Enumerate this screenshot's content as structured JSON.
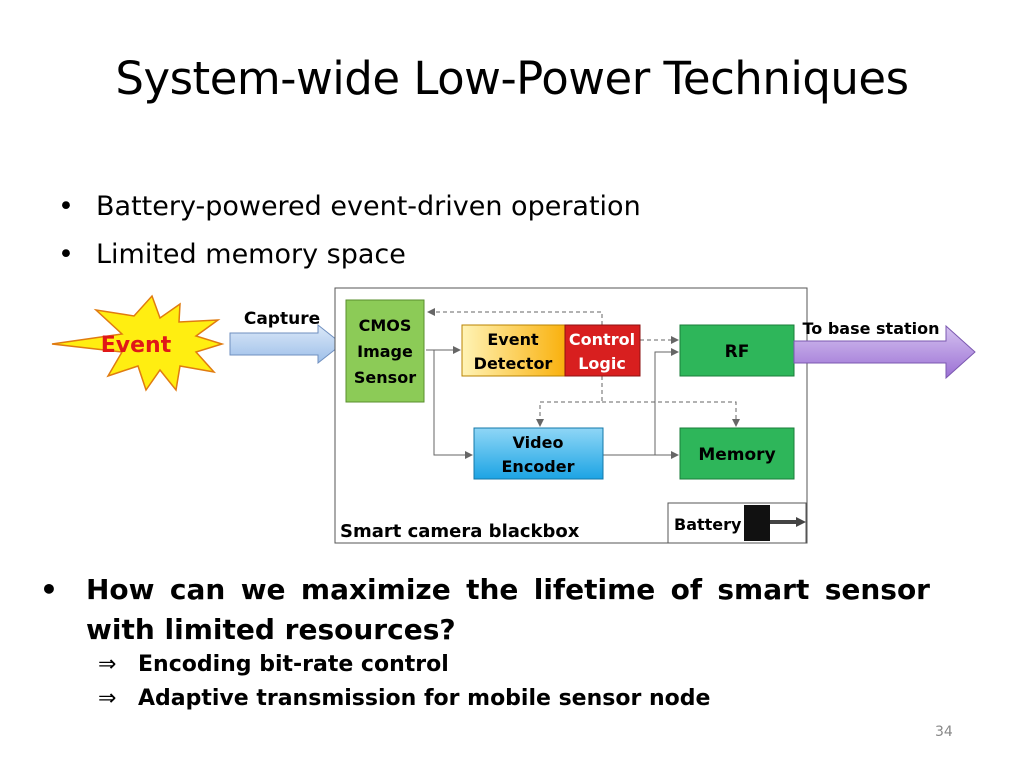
{
  "title": "System-wide Low-Power Techniques",
  "bullets": [
    "Battery-powered event-driven operation",
    "Limited memory space"
  ],
  "diagram": {
    "event": "Event",
    "capture": "Capture",
    "cmos": [
      "CMOS",
      "Image",
      "Sensor"
    ],
    "event_detector": [
      "Event",
      "Detector"
    ],
    "control_logic": [
      "Control",
      "Logic"
    ],
    "rf": "RF",
    "to_base": "To base station",
    "video_encoder": [
      "Video",
      "Encoder"
    ],
    "memory": "Memory",
    "blackbox": "Smart camera blackbox",
    "battery": "Battery"
  },
  "question": "How can we maximize the lifetime of smart sensor with limited resources?",
  "answers": [
    "Encoding bit-rate control",
    "Adaptive transmission for mobile sensor node"
  ],
  "arrow_symbol": "⇒",
  "bullet_symbol": "•",
  "page_number": "34",
  "colors": {
    "cmos": "#8ccb57",
    "event_detector": "#f9c31f",
    "control_logic": "#d81f1f",
    "rf": "#2eb65a",
    "video_encoder": "#29aee5",
    "memory": "#2eb65a",
    "event_star": "#ffee11",
    "capture_arrow": "#a9c7ec",
    "base_arrow": "#a57ed8"
  }
}
